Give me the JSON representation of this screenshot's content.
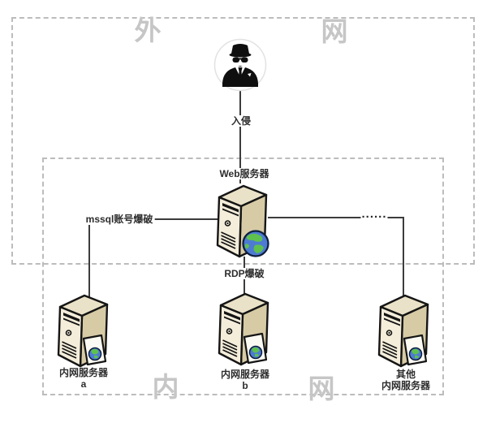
{
  "zones": {
    "external": {
      "char_left": "外",
      "char_right": "网"
    },
    "internal": {
      "char_left": "内",
      "char_right": "网"
    }
  },
  "nodes": {
    "attacker": {
      "icon": "spy-icon"
    },
    "web_server": {
      "label": "Web服务器",
      "icon": "server-tower-globe-icon"
    },
    "server_a": {
      "label": "内网服务器",
      "sublabel": "a",
      "icon": "server-tower-page-icon"
    },
    "server_b": {
      "label": "内网服务器",
      "sublabel": "b",
      "icon": "server-tower-page-icon"
    },
    "server_other": {
      "label": "其他",
      "sublabel": "内网服务器",
      "icon": "server-tower-page-icon"
    }
  },
  "edges": {
    "intrusion": {
      "label": "入侵"
    },
    "mssql_brute": {
      "label": "mssql账号爆破"
    },
    "rdp_brute": {
      "label": "RDP爆破"
    },
    "ellipsis": {
      "label": "......"
    }
  },
  "colors": {
    "background": "#ffffff",
    "connector": "#3c3c3c",
    "dashed_border": "#bcbcbc",
    "zone_label": "#c6c6c6",
    "label_text": "#2d2d2d",
    "server_front": "#f3edda",
    "server_side": "#d7cba6",
    "server_top": "#eae2c8",
    "globe_ocean": "#4d7bd3",
    "globe_land": "#5ec14e"
  }
}
